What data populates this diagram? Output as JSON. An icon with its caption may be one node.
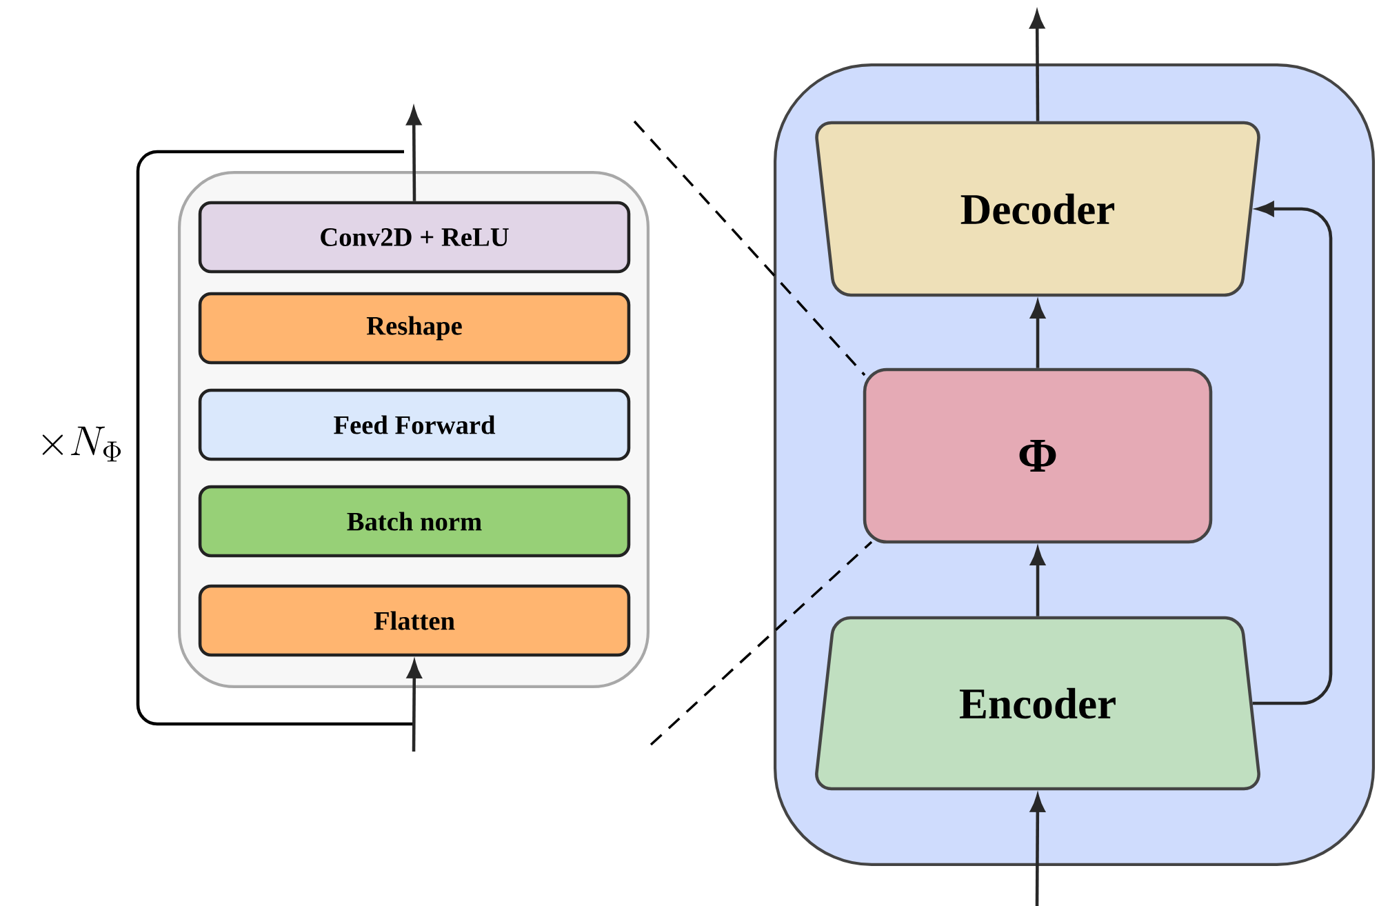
{
  "diagram": {
    "nodes": [
      {
        "text": [],
        "shape": "box"
      },
      {
        "text": [
          "Conv2D + ReLU"
        ],
        "in": 0
      },
      {
        "text": [
          "Reshape"
        ],
        "in": 0
      },
      {
        "text": [
          "Feed Forward"
        ],
        "in": 0
      },
      {
        "text": [
          "Batch norm"
        ],
        "in": 0
      },
      {
        "text": [
          "Flatten"
        ],
        "in": 0
      },
      {
        "text": [],
        "shape": "box"
      },
      {
        "text": [
          "Decoder"
        ],
        "in": 6
      },
      {
        "text": [
          "Φ"
        ],
        "in": 6
      },
      {
        "text": [
          "Encoder"
        ],
        "in": 6
      }
    ],
    "edges": [
      {
        "from": null,
        "to": 5,
        "arrow": "to"
      },
      {
        "from": 1,
        "to": null,
        "arrow": "to"
      },
      {
        "from": null,
        "to": 9,
        "arrow": "to"
      },
      {
        "from": 9,
        "to": 8,
        "arrow": "to"
      },
      {
        "from": 8,
        "to": 7,
        "arrow": "to"
      },
      {
        "from": 9,
        "to": 7,
        "arrow": "to"
      },
      {
        "from": 7,
        "to": null,
        "arrow": "to"
      }
    ],
    "labels": [
      "\\times N_{\\Phi}"
    ]
  }
}
